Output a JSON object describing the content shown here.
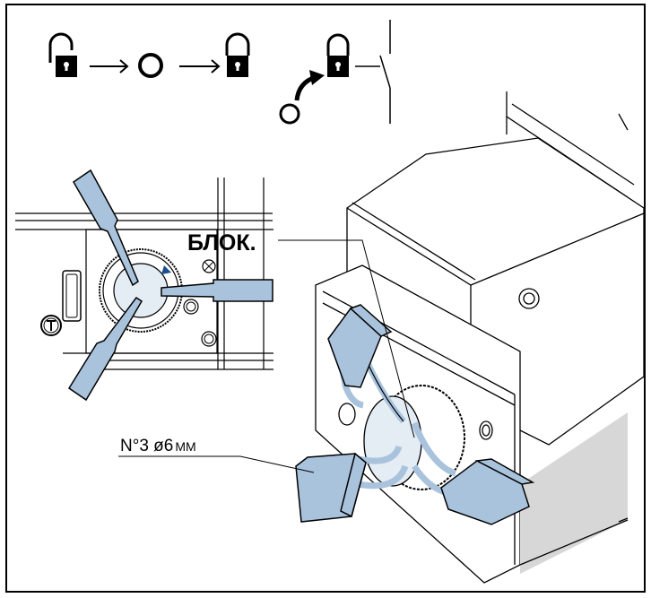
{
  "labels": {
    "lock_label": "БЛОК.",
    "padlock_spec": "N°3 ø6",
    "padlock_unit": "ММ"
  },
  "icons": [
    "padlock-open-icon",
    "arrow-right-icon",
    "circle-off-icon",
    "padlock-closed-icon",
    "curved-arrow-icon",
    "switch-open-icon",
    "test-button-icon"
  ],
  "colors": {
    "line": "#000000",
    "padlock_fill": "#a9c3dd",
    "knob_fill": "#e4ecf4",
    "arrow_marker": "#1a4f8c",
    "shadow_fill": "#d7d7d7"
  }
}
